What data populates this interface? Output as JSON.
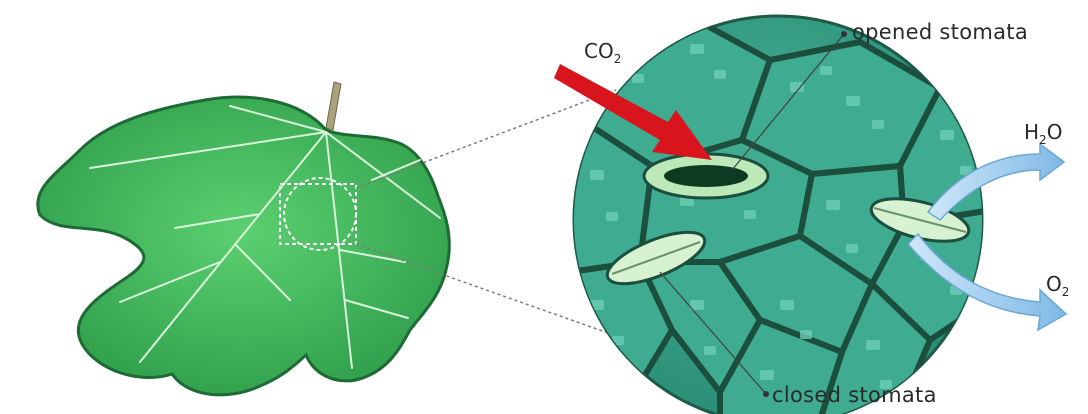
{
  "labels": {
    "opened": "opened stomata",
    "closed": "closed stomata"
  },
  "molecules": {
    "co2": {
      "base": "CO",
      "sub": "2"
    },
    "h2o": {
      "base": "H",
      "sub": "2",
      "rest": "O"
    },
    "o2": {
      "base": "O",
      "sub": "2"
    }
  },
  "colors": {
    "leaf": "#3db55a",
    "leaf_dark": "#1f7a3a",
    "cell": "#3aa58b",
    "cell_outline": "#1c4e3e",
    "co2_arrow": "#d8141c",
    "out_arrow": "#8ec4ea"
  }
}
